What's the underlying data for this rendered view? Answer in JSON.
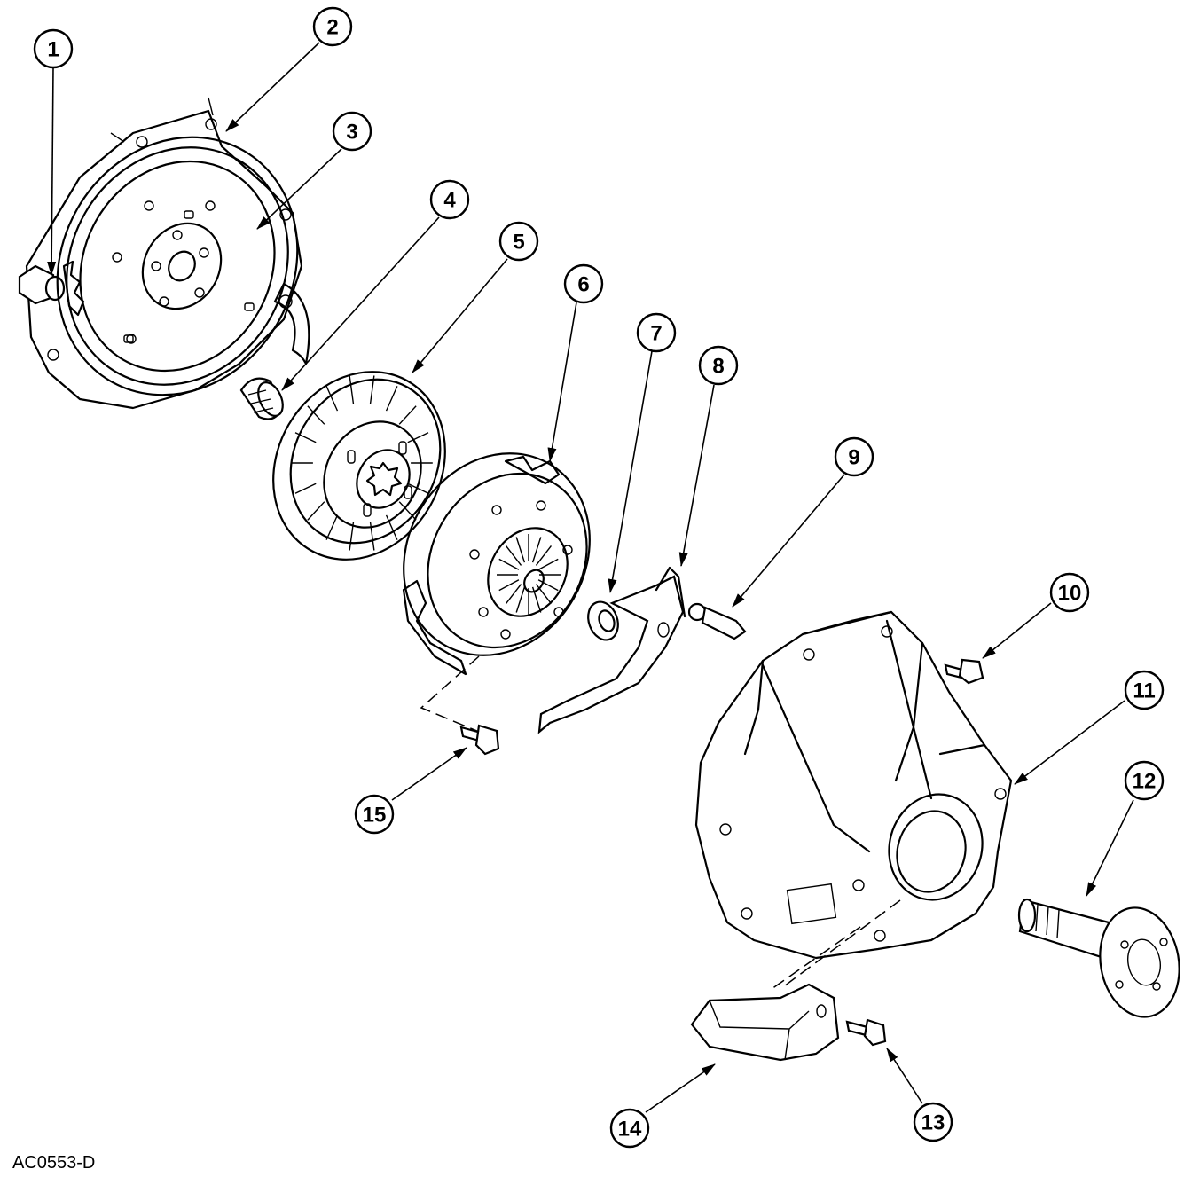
{
  "callouts": [
    "1",
    "2",
    "3",
    "4",
    "5",
    "6",
    "7",
    "8",
    "9",
    "10",
    "11",
    "12",
    "13",
    "14",
    "15"
  ],
  "figure_code": "AC0553-D"
}
